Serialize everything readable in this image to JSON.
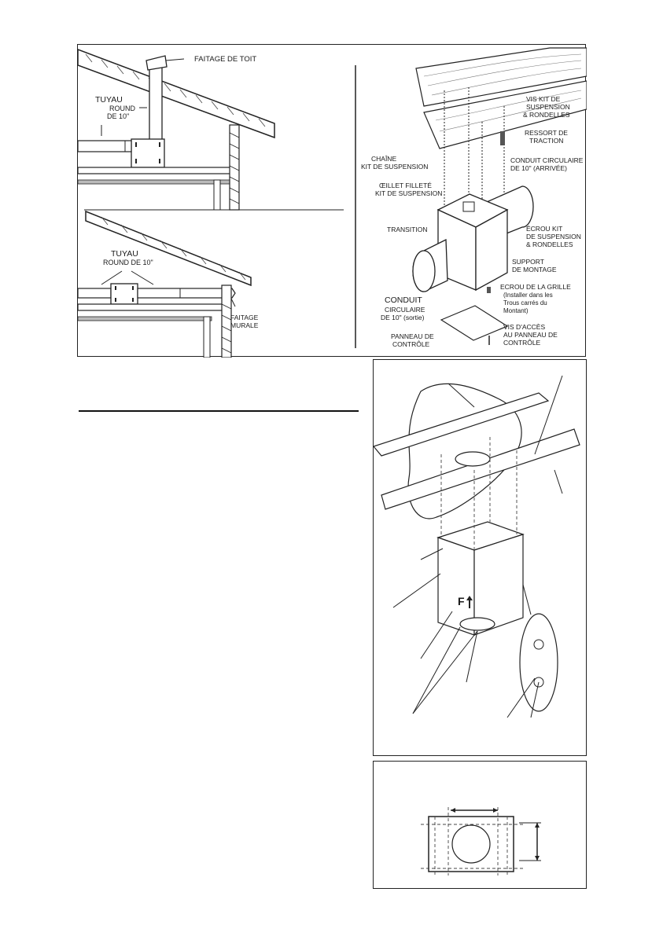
{
  "top_left_roof": {
    "ridge_label": "FAITAGE DE TOIT",
    "pipe_label_line1": "TUYAU",
    "pipe_label_line2": "ROUND",
    "pipe_label_line3": "DE 10\""
  },
  "bottom_left_roof": {
    "pipe_label_line1": "TUYAU",
    "pipe_label_line2": "ROUND DE 10\"",
    "wall_label_line1": "FAITAGE",
    "wall_label_line2": "MURALE"
  },
  "suspension_diagram": {
    "labels": {
      "screws_1": "VIS KIT DE",
      "screws_2": "SUSPENSION",
      "screws_3": "& RONDELLES",
      "spring_1": "RESSORT DE",
      "spring_2": "TRACTION",
      "chain_1": "CHAÎNE",
      "chain_2": "KIT DE SUSPENSION",
      "inlet_1": "CONDUIT CIRCULAIRE",
      "inlet_2": "DE 10\" (ARRIVÉE)",
      "eyelet_1": "ŒILLET FILLETÉ",
      "eyelet_2": "KIT DE SUSPENSION",
      "transition": "TRANSITION",
      "nut_1": "ÉCROU KIT",
      "nut_2": "DE SUSPENSION",
      "nut_3": "& RONDELLES",
      "bracket_1": "SUPPORT",
      "bracket_2": "DE MONTAGE",
      "outlet_1": "CONDUIT",
      "outlet_2": "CIRCULAIRE",
      "outlet_3": "DE 10\" (sortie)",
      "grille_nut_1": "ECROU DE LA GRILLE",
      "grille_nut_2": "(Installer dans les",
      "grille_nut_3": "Trous carrés du",
      "grille_nut_4": "Montant)",
      "panel_1": "PANNEAU DE",
      "panel_2": "CONTRÔLE",
      "panel_screws_1": "VIS D'ACCÈS",
      "panel_screws_2": "AU PANNEAU DE",
      "panel_screws_3": "CONTRÔLE"
    }
  },
  "mount_diagram": {
    "arrow_letter": "F"
  }
}
